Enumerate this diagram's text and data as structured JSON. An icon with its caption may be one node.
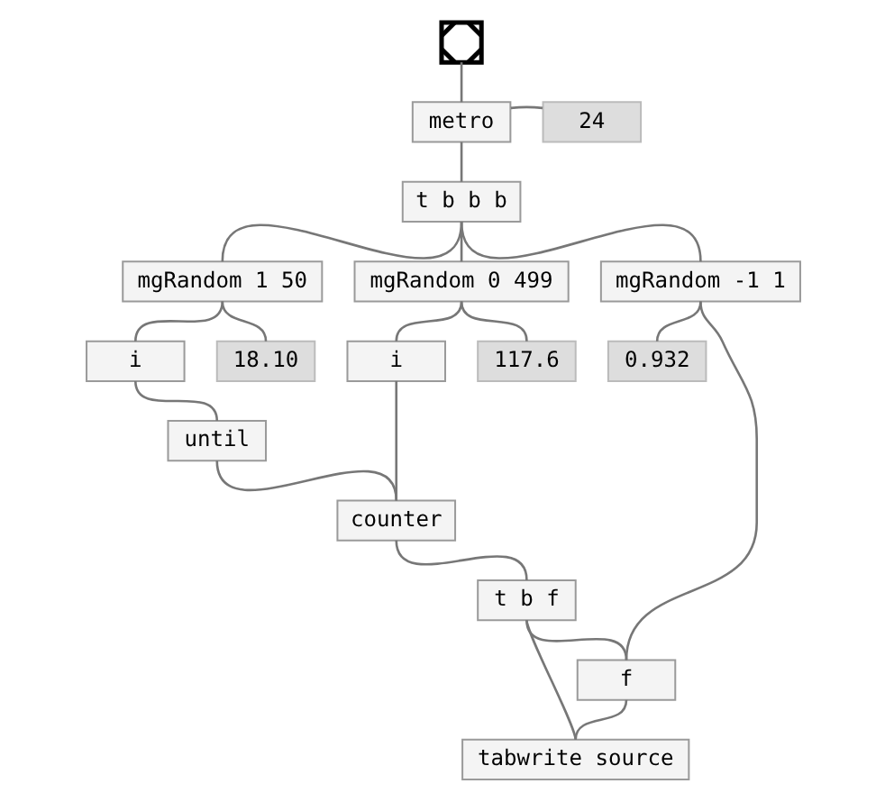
{
  "diagram": {
    "nodes": [
      {
        "text": [],
        "shape": "box"
      },
      {
        "text": [
          "metro"
        ]
      },
      {
        "text": [
          "24"
        ]
      },
      {
        "text": [
          "t b b b"
        ]
      },
      {
        "text": [
          "mgRandom 1 50"
        ]
      },
      {
        "text": [
          "mgRandom 0 499"
        ]
      },
      {
        "text": [
          "mgRandom -1 1"
        ]
      },
      {
        "text": [
          "i"
        ]
      },
      {
        "text": [
          "18.10"
        ]
      },
      {
        "text": [
          "i"
        ]
      },
      {
        "text": [
          "117.6"
        ]
      },
      {
        "text": [
          "0.932"
        ]
      },
      {
        "text": [
          "until"
        ]
      },
      {
        "text": [
          "counter"
        ]
      },
      {
        "text": [
          "t b f"
        ]
      },
      {
        "text": [
          "f"
        ]
      },
      {
        "text": [
          "tabwrite source"
        ]
      }
    ],
    "edges": [
      {
        "from": 0,
        "to": 1,
        "arrow": "none"
      },
      {
        "from": 2,
        "to": 1,
        "arrow": "none"
      },
      {
        "from": 1,
        "to": 3,
        "arrow": "none"
      },
      {
        "from": 3,
        "to": 4,
        "arrow": "none"
      },
      {
        "from": 3,
        "to": 5,
        "arrow": "none"
      },
      {
        "from": 3,
        "to": 6,
        "arrow": "none"
      },
      {
        "from": 4,
        "to": 7,
        "arrow": "none"
      },
      {
        "from": 4,
        "to": 8,
        "arrow": "none"
      },
      {
        "from": 5,
        "to": 9,
        "arrow": "none"
      },
      {
        "from": 5,
        "to": 10,
        "arrow": "none"
      },
      {
        "from": 6,
        "to": 11,
        "arrow": "none"
      },
      {
        "from": 6,
        "to": 15,
        "arrow": "none"
      },
      {
        "from": 7,
        "to": 12,
        "arrow": "none"
      },
      {
        "from": 12,
        "to": 13,
        "arrow": "none"
      },
      {
        "from": 9,
        "to": 13,
        "arrow": "none"
      },
      {
        "from": 13,
        "to": 14,
        "arrow": "none"
      },
      {
        "from": 14,
        "to": 15,
        "arrow": "none"
      },
      {
        "from": 14,
        "to": 16,
        "arrow": "none"
      },
      {
        "from": 15,
        "to": 16,
        "arrow": "none"
      }
    ]
  }
}
